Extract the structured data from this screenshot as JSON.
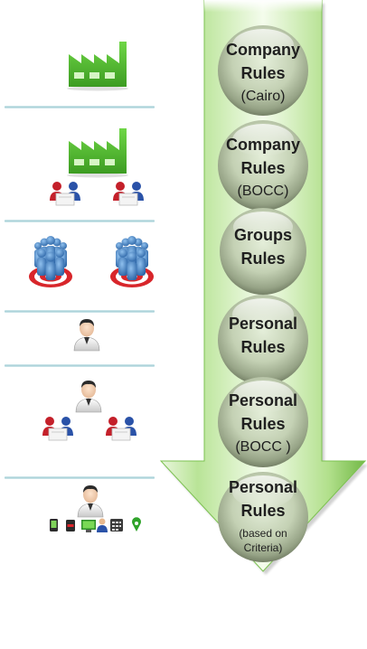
{
  "rules": [
    {
      "line1": "Company",
      "line2": "Rules",
      "line3": "(Cairo)"
    },
    {
      "line1": "Company",
      "line2": "Rules",
      "line3": "(BOCC)"
    },
    {
      "line1": "Groups",
      "line2": "Rules",
      "line3": ""
    },
    {
      "line1": "Personal",
      "line2": "Rules",
      "line3": ""
    },
    {
      "line1": "Personal",
      "line2": "Rules",
      "line3": "(BOCC  )"
    },
    {
      "line1": "Personal",
      "line2": "Rules",
      "line3": "(based on Criteria)"
    }
  ],
  "row_icons": [
    [
      "factory-icon"
    ],
    [
      "factory-icon",
      "meeting-group-icon",
      "meeting-group-icon"
    ],
    [
      "team-target-icon",
      "team-target-icon"
    ],
    [
      "person-icon"
    ],
    [
      "person-icon",
      "meeting-group-icon",
      "meeting-group-icon"
    ],
    [
      "person-icon",
      "mobile-phone-icon",
      "badge-icon",
      "computer-icon",
      "desk-user-icon",
      "telephone-icon",
      "location-pin-icon"
    ]
  ],
  "colors": {
    "arrow_light": "#f2fbe9",
    "arrow_mid": "#a9dc82",
    "arrow_dark": "#6fb544",
    "factory_green": "#5cc435",
    "separator": "#a6cfd6",
    "meeting_red": "#c4202a",
    "meeting_blue": "#2a52a8",
    "target_red": "#d8262b",
    "team_blue": "#4a86c8"
  }
}
